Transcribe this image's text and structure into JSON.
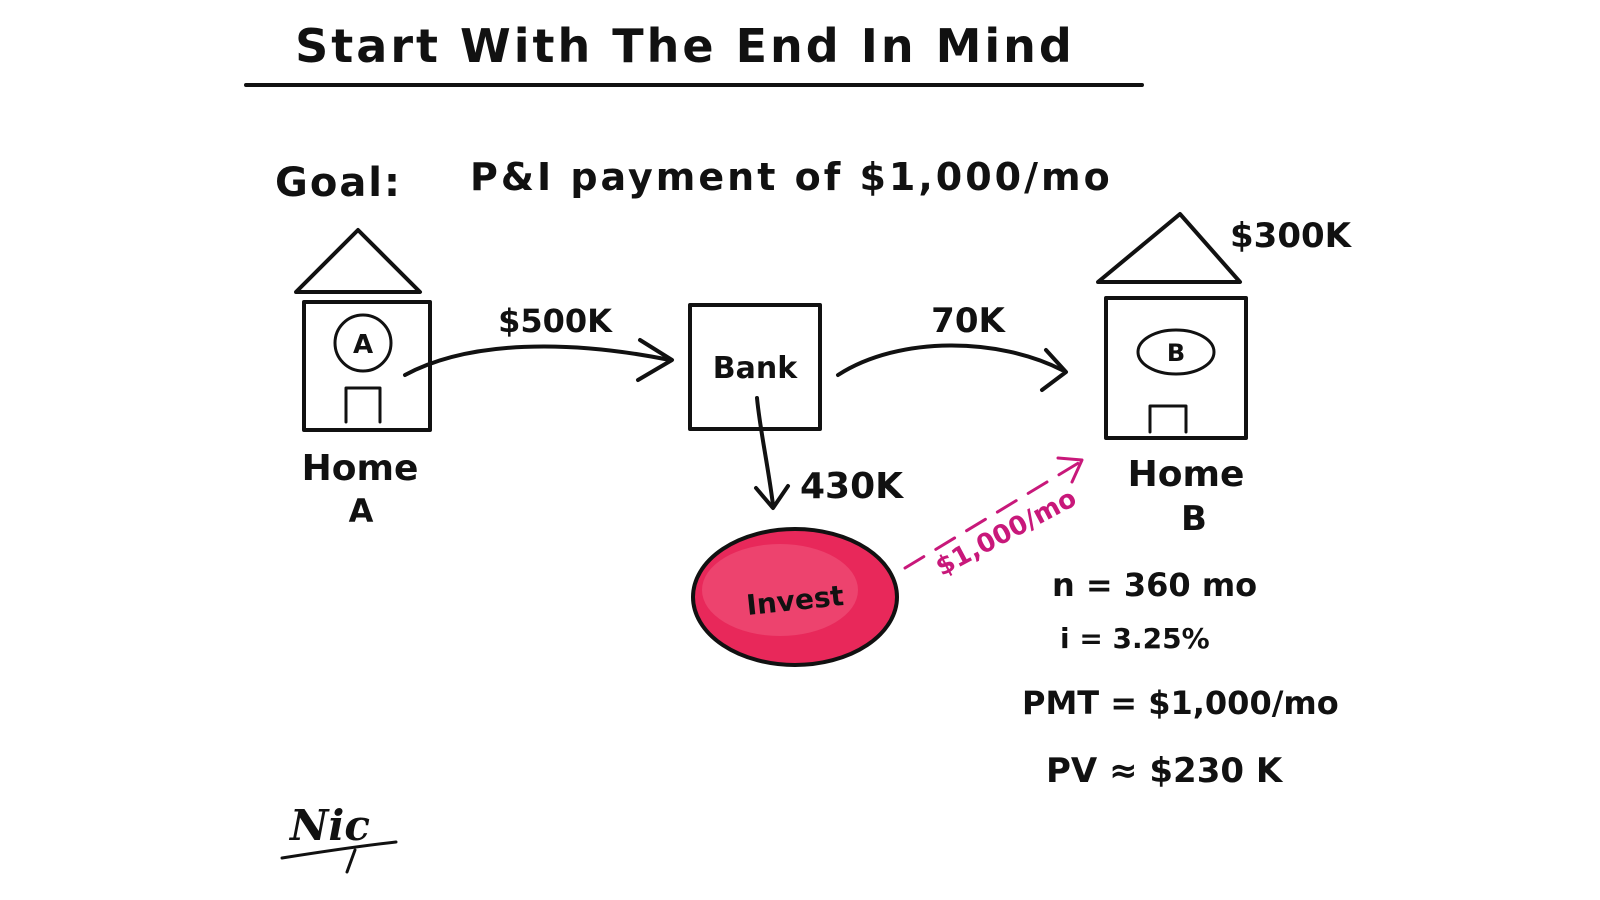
{
  "title": "Start With The End In Mind",
  "goal": {
    "label": "Goal:",
    "text": "P&I payment of $1,000/mo"
  },
  "home_a": {
    "marker": "A",
    "label_line1": "Home",
    "label_line2": "A"
  },
  "bank": {
    "label": "Bank"
  },
  "home_b": {
    "marker": "B",
    "price": "$300K",
    "label_line1": "Home",
    "label_line2": "B"
  },
  "flows": {
    "a_to_bank": "$500K",
    "bank_to_b": "70K",
    "bank_to_invest": "430K",
    "invest_to_b": "$1,000/mo"
  },
  "invest": {
    "label": "Invest"
  },
  "calc": {
    "n": "n = 360 mo",
    "i": "i = 3.25%",
    "pmt": "PMT = $1,000/mo",
    "pv": "PV ≈ $230 K"
  },
  "signature": "Nic",
  "colors": {
    "ink": "#111111",
    "green": "#1e9e5a",
    "magenta": "#c8187a",
    "invest_fill": "#e8285a",
    "invest_highlight": "#f15a80"
  }
}
